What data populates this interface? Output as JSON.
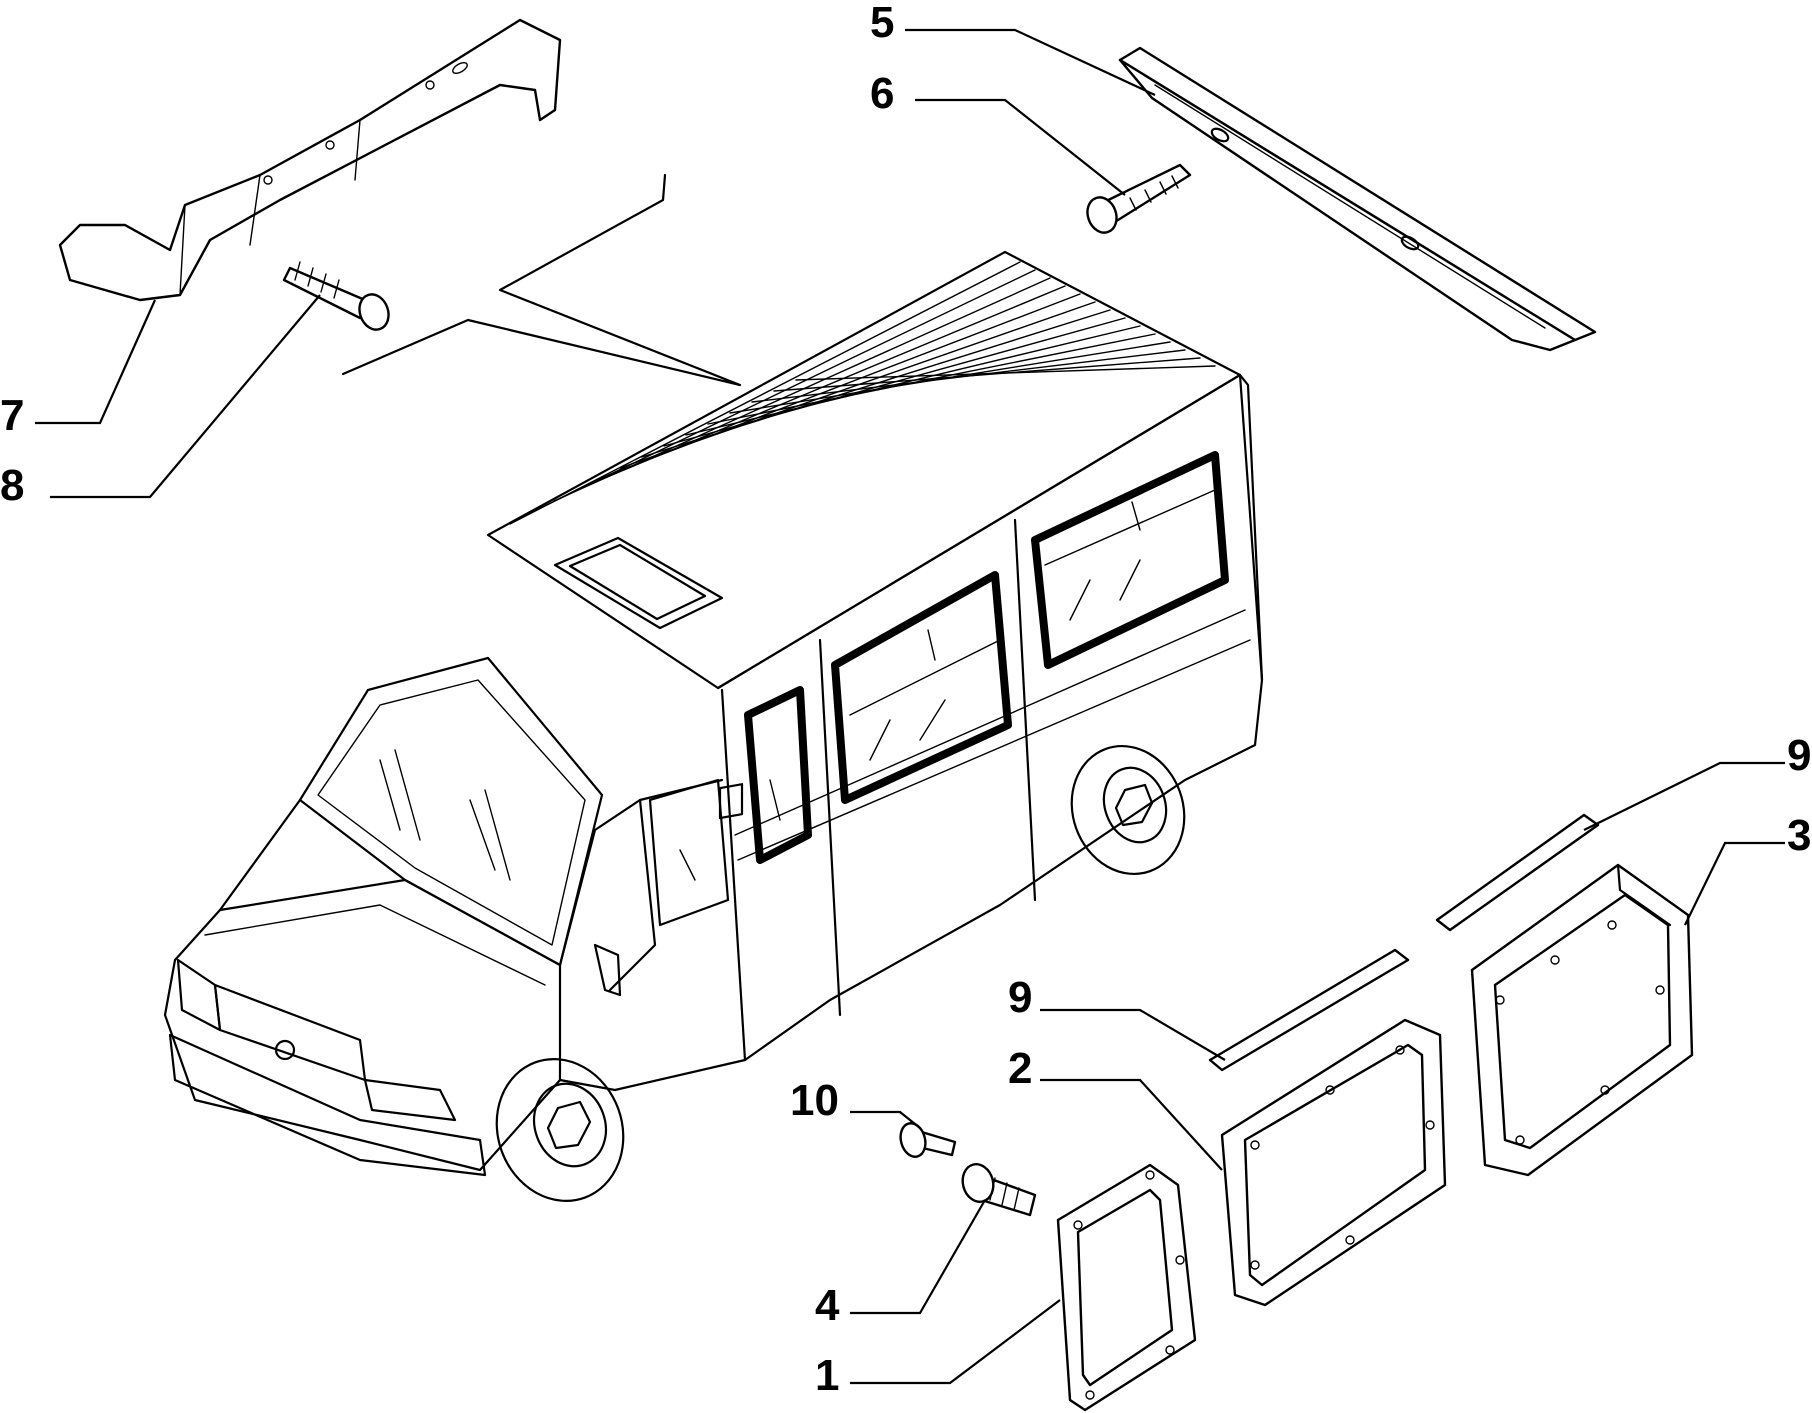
{
  "callouts": [
    {
      "id": "c1",
      "text": "1"
    },
    {
      "id": "c2",
      "text": "2"
    },
    {
      "id": "c3",
      "text": "3"
    },
    {
      "id": "c4",
      "text": "4"
    },
    {
      "id": "c5",
      "text": "5"
    },
    {
      "id": "c6",
      "text": "6"
    },
    {
      "id": "c7",
      "text": "7"
    },
    {
      "id": "c8",
      "text": "8"
    },
    {
      "id": "c9a",
      "text": "9"
    },
    {
      "id": "c9b",
      "text": "9"
    },
    {
      "id": "c10",
      "text": "10"
    }
  ]
}
